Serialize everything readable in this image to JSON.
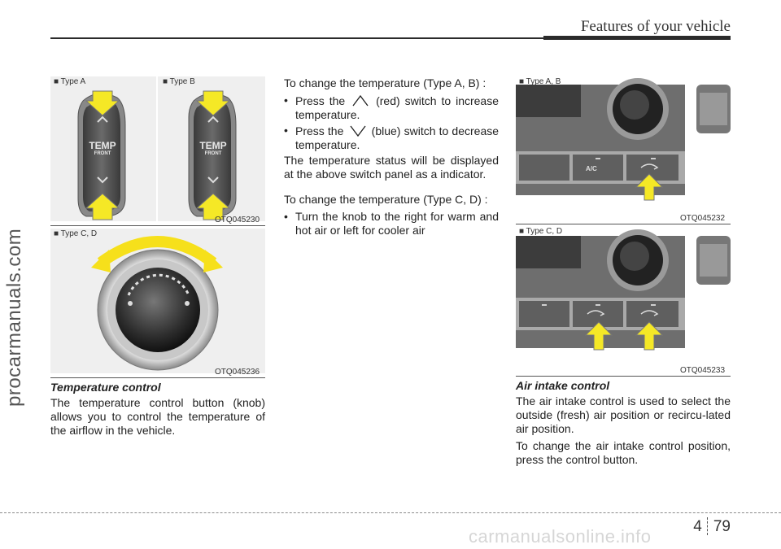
{
  "header": {
    "title": "Features of your vehicle"
  },
  "watermark": {
    "side": "procarmanuals.com",
    "bottom": "carmanualsonline.info"
  },
  "footer": {
    "chapter": "4",
    "page": "79"
  },
  "figures": {
    "type_ab_left": {
      "label": "Type A",
      "code": ""
    },
    "type_ab_right": {
      "label": "Type B",
      "code": "OTQ045230"
    },
    "knob": {
      "label": "Type C, D",
      "code": "OTQ045236"
    },
    "intake_ab": {
      "label": "Type A, B",
      "code": "OTQ045232"
    },
    "intake_cd": {
      "label": "Type C, D",
      "code": "OTQ045233"
    },
    "temp_button_text": [
      "TEMP",
      "FRONT"
    ],
    "ac_text": "A/C"
  },
  "temperature_control": {
    "heading": "Temperature control",
    "body": "The temperature control button (knob) allows you to control the temperature of the airflow in the vehicle."
  },
  "change_ab": {
    "intro": "To change the temperature (Type A, B) :",
    "bullets": [
      {
        "prefix": "Press the",
        "suffix": "(red) switch to increase temperature."
      },
      {
        "prefix": "Press the",
        "suffix": "(blue) switch to decrease temperature."
      }
    ],
    "status": "The temperature status will be displayed at the above switch panel as a indicator."
  },
  "change_cd": {
    "intro": "To change the temperature (Type C, D) :",
    "bullet": "Turn the knob to the right for warm and hot air or left for cooler air"
  },
  "air_intake": {
    "heading": "Air intake control",
    "body1": "The air intake control is used to select the outside (fresh) air position or recircu-lated air position.",
    "body2": "To change the air intake control position, press the control button."
  },
  "colors": {
    "arrow": "#f5e826",
    "knob_arrow": "#f6e01b",
    "panel": "#6e6e6e"
  },
  "icons": {
    "up": "chevron-up-icon",
    "down": "chevron-down-icon"
  }
}
